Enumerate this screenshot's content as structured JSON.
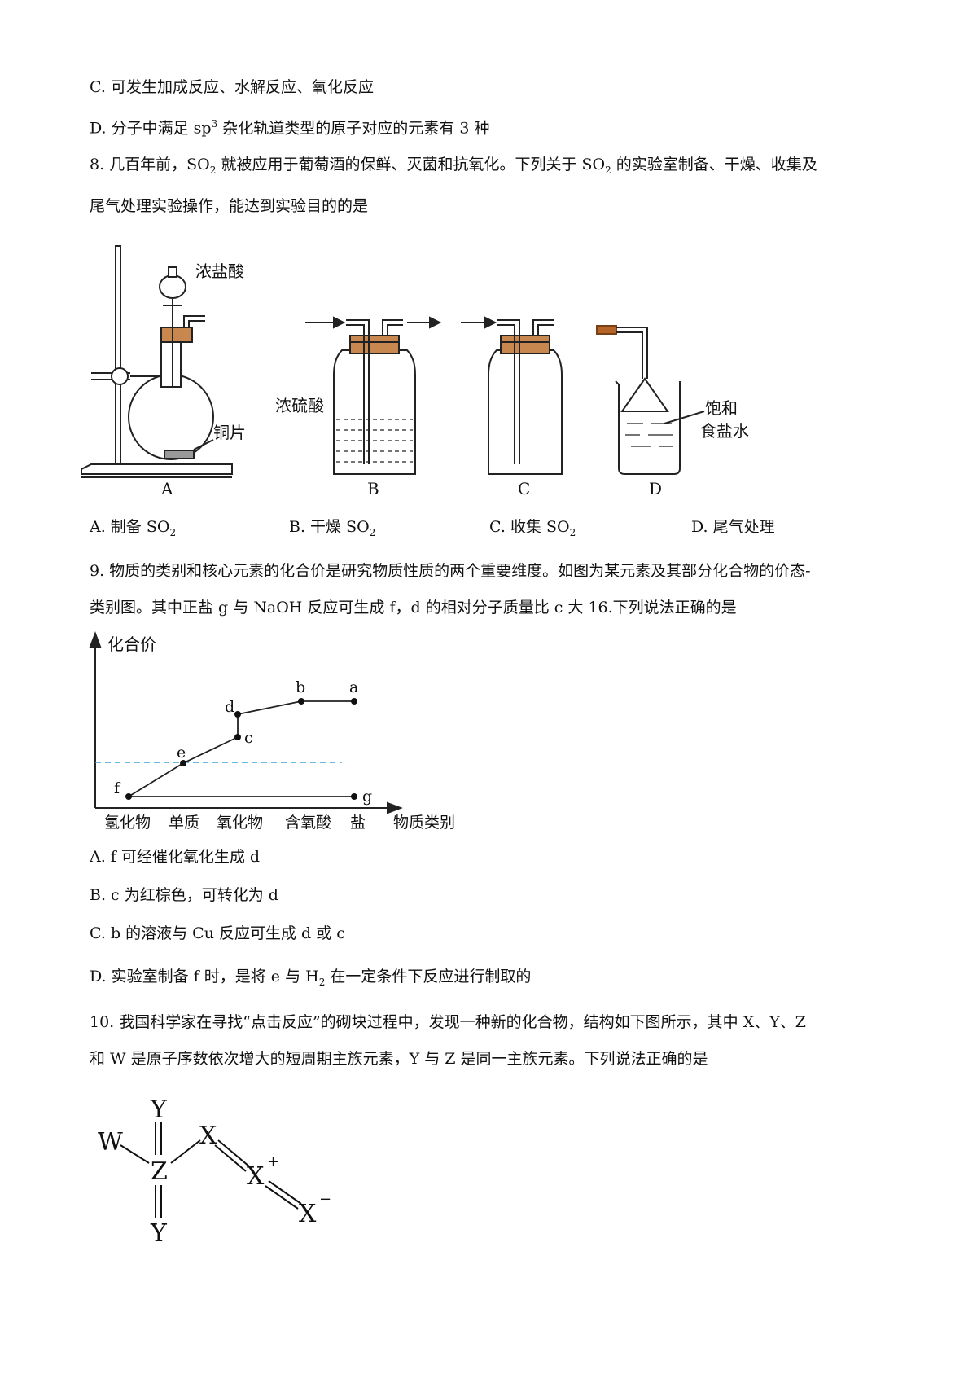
{
  "q7": {
    "optC": "C. 可发生加成反应、水解反应、氧化反应",
    "optD_pre": "D. 分子中满足 sp",
    "optD_sup": "3",
    "optD_post": " 杂化轨道类型的原子对应的元素有 3 种"
  },
  "q8": {
    "line1_a": "8. 几百年前，SO",
    "line1_b": " 就被应用于葡萄酒的保鲜、灭菌和抗氧化。下列关于 SO",
    "line1_c": " 的实验室制备、干燥、收集及",
    "line2": "尾气处理实验操作，能达到实验目的的是",
    "sub2": "2",
    "figure": {
      "label_hcl": "浓盐酸",
      "label_cu": "铜片",
      "label_h2so4": "浓硫酸",
      "label_nacl_1": "饱和",
      "label_nacl_2": "食盐水",
      "cap_a": "A",
      "cap_b": "B",
      "cap_c": "C",
      "cap_d": "D"
    },
    "options": {
      "a": "A. 制备 SO",
      "b": "B. 干燥 SO",
      "c": "C. 收集 SO",
      "d": "D. 尾气处理"
    }
  },
  "q9": {
    "line1": "9. 物质的类别和核心元素的化合价是研究物质性质的两个重要维度。如图为某元素及其部分化合物的价态-",
    "line2": "类别图。其中正盐 g 与 NaOH 反应可生成 f，d 的相对分子质量比 c 大 16.下列说法正确的是",
    "chart": {
      "ylabel": "化合价",
      "xlabel": "物质类别",
      "categories": [
        "氢化物",
        "单质",
        "氧化物",
        "含氧酸",
        "盐"
      ],
      "points": [
        "a",
        "b",
        "c",
        "d",
        "e",
        "f",
        "g"
      ]
    },
    "optA": "A. f 可经催化氧化生成 d",
    "optB": "B. c 为红棕色，可转化为 d",
    "optC": "C. b 的溶液与 Cu 反应可生成 d 或 c",
    "optD_pre": "D. 实验室制备 f 时，是将 e 与 H",
    "optD_sub": "2",
    "optD_post": " 在一定条件下反应进行制取的"
  },
  "q10": {
    "line1": "10. 我国科学家在寻找“点击反应”的砌块过程中，发现一种新的化合物，结构如下图所示，其中 X、Y、Z",
    "line2": "和 W 是原子序数依次增大的短周期主族元素，Y 与 Z 是同一主族元素。下列说法正确的是",
    "structure": {
      "W": "W",
      "Y": "Y",
      "Z": "Z",
      "X": "X",
      "plus": "+",
      "minus": "−"
    }
  }
}
